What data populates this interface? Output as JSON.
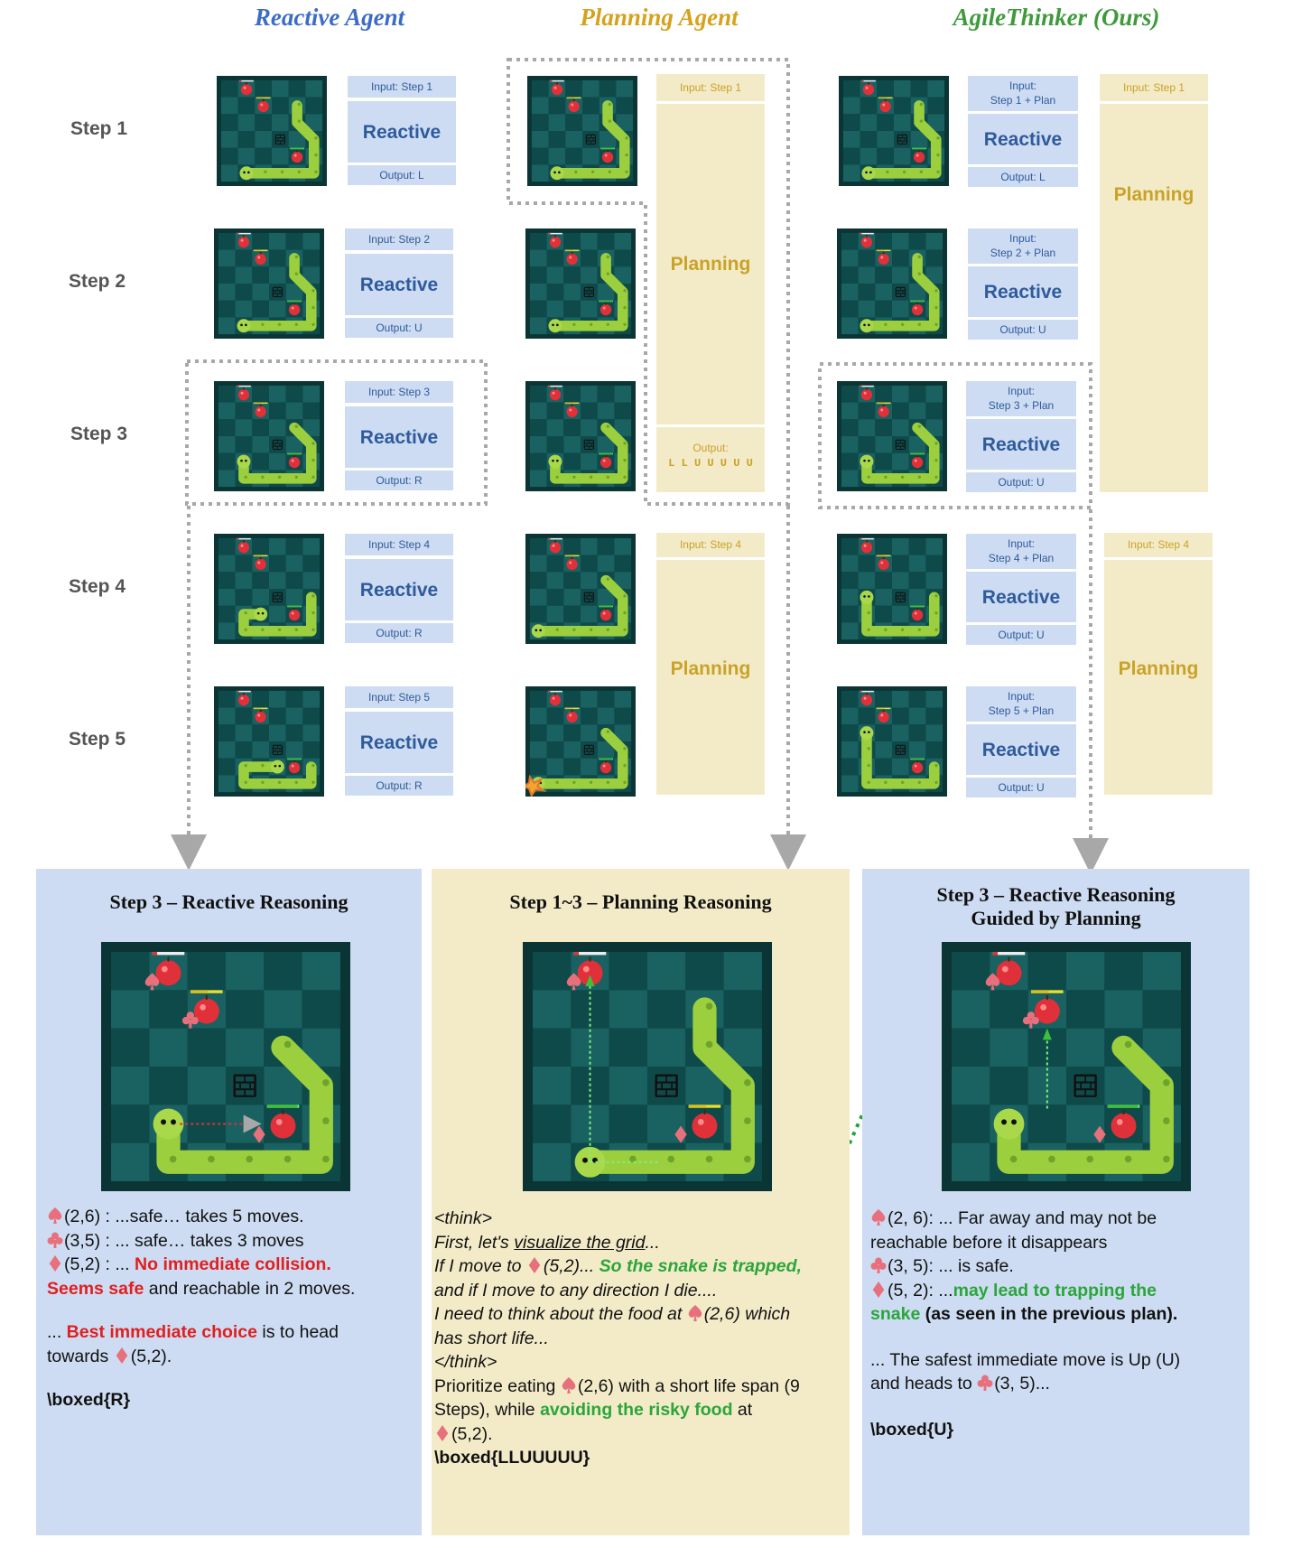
{
  "columns": {
    "reactive": {
      "title": "Reactive Agent",
      "color": "#3b6cc7"
    },
    "planning": {
      "title": "Planning Agent",
      "color": "#d6a21e"
    },
    "agile": {
      "title": "AgileThinker (Ours)",
      "color": "#3e9a3a"
    }
  },
  "steps": [
    "Step 1",
    "Step 2",
    "Step 3",
    "Step 4",
    "Step 5"
  ],
  "reactive_agent": [
    {
      "input": "Input: Step 1",
      "label": "Reactive",
      "output": "Output: L"
    },
    {
      "input": "Input: Step 2",
      "label": "Reactive",
      "output": "Output: U"
    },
    {
      "input": "Input: Step 3",
      "label": "Reactive",
      "output": "Output: R"
    },
    {
      "input": "Input: Step 4",
      "label": "Reactive",
      "output": "Output: R"
    },
    {
      "input": "Input: Step 5",
      "label": "Reactive",
      "output": "Output: R"
    }
  ],
  "planning_agent": {
    "plan1": {
      "input": "Input: Step 1",
      "label": "Planning",
      "output_label": "Output:",
      "output_value": "L L U U U U U"
    },
    "plan2": {
      "input": "Input: Step 4",
      "label": "Planning"
    }
  },
  "agile_agent": {
    "reactive": [
      {
        "input1": "Input:",
        "input2": "Step 1 + Plan",
        "label": "Reactive",
        "output": "Output: L"
      },
      {
        "input1": "Input:",
        "input2": "Step 2 + Plan",
        "label": "Reactive",
        "output": "Output: U"
      },
      {
        "input1": "Input:",
        "input2": "Step 3 + Plan",
        "label": "Reactive",
        "output": "Output: U"
      },
      {
        "input1": "Input:",
        "input2": "Step 4 + Plan",
        "label": "Reactive",
        "output": "Output: U"
      },
      {
        "input1": "Input:",
        "input2": "Step 5 + Plan",
        "label": "Reactive",
        "output": "Output: U"
      }
    ],
    "plan1": {
      "input": "Input: Step 1",
      "label": "Planning"
    },
    "plan2": {
      "input": "Input: Step 4",
      "label": "Planning"
    }
  },
  "panels": {
    "left": {
      "title": "Step 3 – Reactive Reasoning",
      "l1": "(2,6) : ...safe… takes 5 moves.",
      "l2": "(3,5) : ... safe… takes 3 moves",
      "l3a": "(5,2) : ... ",
      "l3b": "No immediate collision.",
      "l4a": "Seems safe",
      "l4b": " and reachable in 2 moves.",
      "l5a": "... ",
      "l5b": "Best immediate choice",
      "l5c": " is to head",
      "l6a": "towards ",
      "l6b": "(5,2).",
      "answer": "\\boxed{R}"
    },
    "middle": {
      "title": "Step 1~3 – Planning Reasoning",
      "l1": "<think>",
      "l2a": "First, let's ",
      "l2b": "visualize the grid",
      "l2c": "...",
      "l3a": "If I move to ",
      "l3b": "(5,2)... ",
      "l3c": "So the snake is trapped,",
      "l4": "and if I move to any direction I die....",
      "l5a": "I need to think about the food at ",
      "l5b": "(2,6) which",
      "l6": "has short life...",
      "l7": "</think>",
      "l8a": "Prioritize eating ",
      "l8b": "(2,6) with a short life span (9",
      "l9a": "Steps), while ",
      "l9b": "avoiding the risky food",
      "l9c": " at",
      "l10": "(5,2).",
      "answer": "\\boxed{LLUUUUU}"
    },
    "right": {
      "title1": "Step 3 – Reactive Reasoning",
      "title2": "Guided by Planning",
      "l1a": "(2, 6): ... Far away and may not be",
      "l2": "reachable before it disappears",
      "l3": "(3, 5): ... is safe.",
      "l4a": "(5, 2): ...",
      "l4b": "may lead to trapping the",
      "l5a": "snake",
      "l5b": " (as seen in the previous plan).",
      "l6": "... The safest immediate move is Up (U)",
      "l7a": "and heads to ",
      "l7b": "(3, 5)...",
      "answer": "\\boxed{U}"
    }
  },
  "colors": {
    "board_dark": "#0f4a4a",
    "board_light": "#1a6161",
    "snake": "#9ccf3e",
    "apple": "#e0303a",
    "symbol": "#e8707c",
    "reactive_bg": "#cddcf2",
    "planning_bg": "#f3ebc8"
  }
}
